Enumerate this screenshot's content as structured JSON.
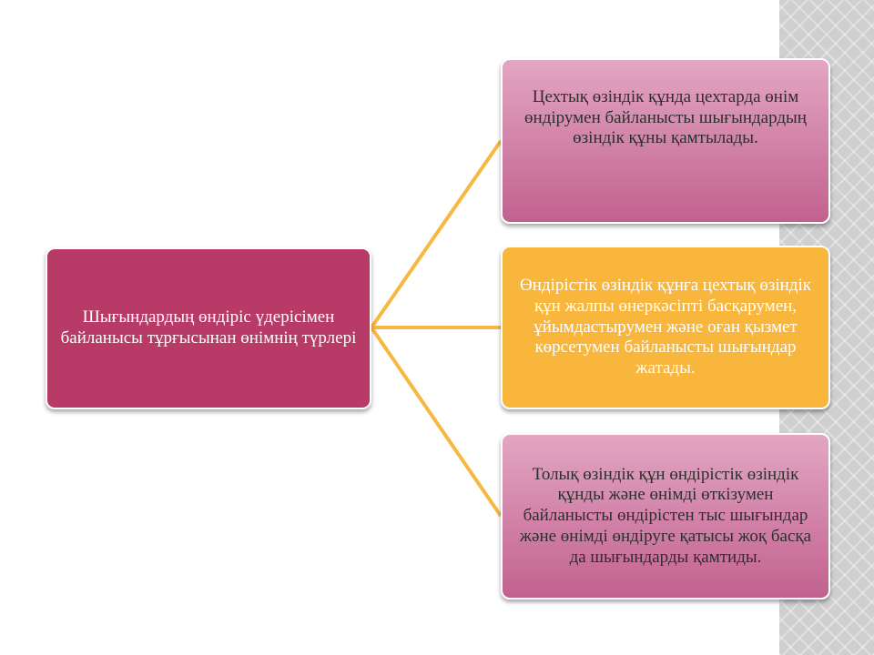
{
  "diagram": {
    "main_node": "Шығындардың өндіріс үдерісімен байланысы тұрғысынан өнімнің түрлері",
    "branches": [
      {
        "text": "Цехтық өзіндік құнда цехтарда өнім өндірумен байланысты шығындардың өзіндік құны қамтылады."
      },
      {
        "text": "Өндірістік өзіндік құнға цехтық өзіндік құн жалпы өнеркәсіпті басқарумен, ұйымдастырумен және оған қызмет көрсетумен байланысты шығындар жатады."
      },
      {
        "text": "Толық өзіндік құн өндірістік өзіндік құнды және өнімді өткізумен байланысты өндірістен тыс шығындар және өнімді өндіруге қатысы жоқ басқа да шығындарды қамтиды."
      }
    ],
    "colors": {
      "main_fill": "#b83a66",
      "branch_pink": "#d58aac",
      "branch_orange": "#f9b63c",
      "connector": "#f7b840"
    }
  }
}
